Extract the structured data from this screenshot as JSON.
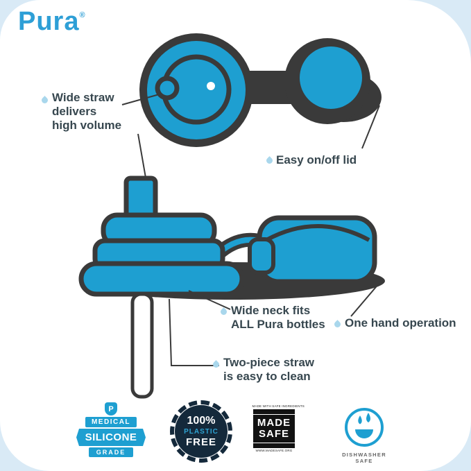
{
  "logo": {
    "text": "Pura",
    "registered": "®"
  },
  "colors": {
    "teal": "#1E9FD1",
    "outline_dark": "#3A3A3A",
    "corner_light_blue": "#D9EAF6",
    "navy": "#14293B",
    "text": "#37474F",
    "logo_blue": "#2E9FD6",
    "droplet": "#A9D7EC"
  },
  "callouts": {
    "wide_straw": {
      "lines": [
        "Wide straw",
        "delivers",
        "high volume"
      ]
    },
    "easy_lid": {
      "label": "Easy on/off lid"
    },
    "wide_neck": {
      "lines": [
        "Wide neck fits",
        "ALL Pura bottles"
      ]
    },
    "one_hand": {
      "label": "One hand operation"
    },
    "two_piece": {
      "lines": [
        "Two-piece straw",
        "is easy to clean"
      ]
    }
  },
  "badges": {
    "silicone": {
      "monogram": "P",
      "top": "MEDICAL",
      "middle": "SILICONE",
      "bottom": "GRADE"
    },
    "plastic_free": {
      "line1": "100%",
      "line2": "PLASTIC",
      "line3": "FREE"
    },
    "made_safe": {
      "top": "MADE WITH SAFE INGREDIENTS",
      "line1": "MADE",
      "line2": "SAFE",
      "bottom": "WWW.MADESAFE.ORG"
    },
    "dishwasher": {
      "label": "DISHWASHER SAFE"
    }
  }
}
